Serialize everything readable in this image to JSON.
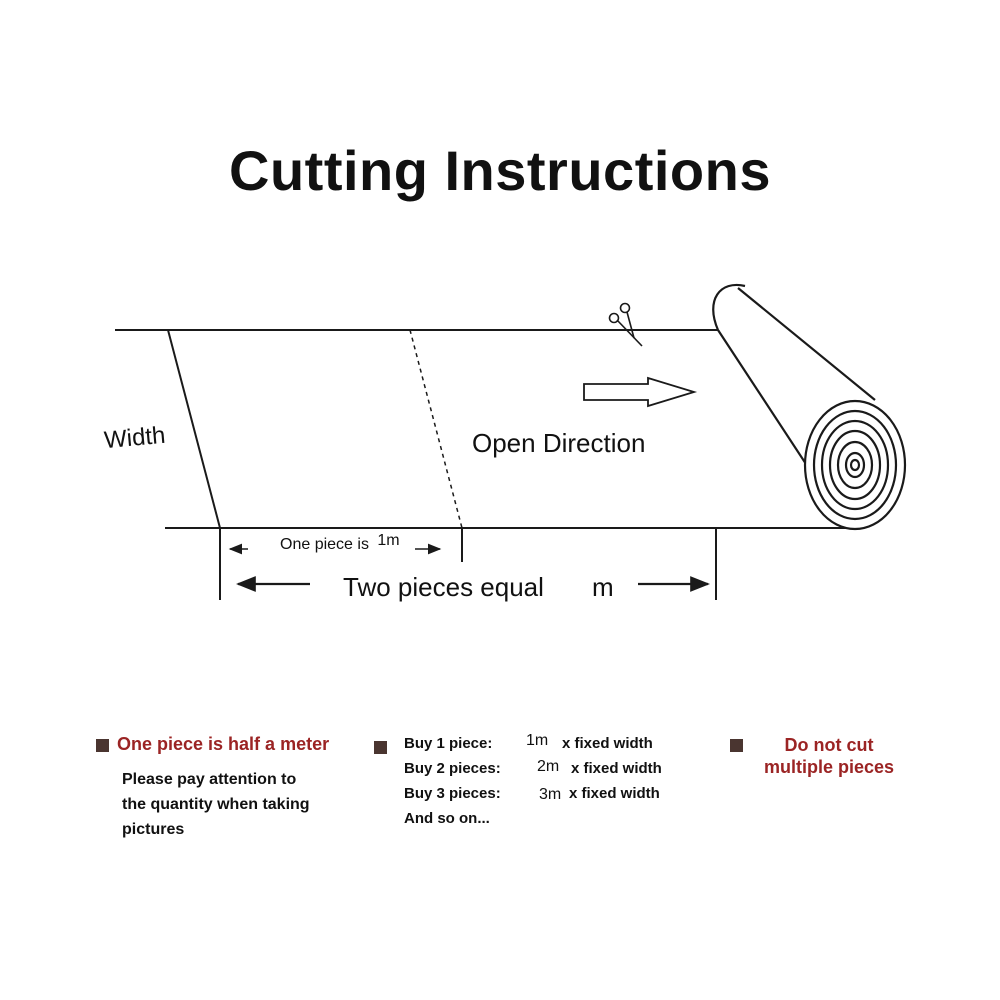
{
  "title": "Cutting Instructions",
  "diagram": {
    "width_label": "Width",
    "open_direction_label": "Open Direction",
    "one_piece_label": "One piece is",
    "one_piece_value": "1m",
    "two_pieces_label": "Two pieces equal",
    "two_pieces_unit": "m",
    "icons": [
      "scissors-icon",
      "arrow-right-icon",
      "roll-icon"
    ]
  },
  "notes": {
    "left": {
      "heading": "One piece is half a meter",
      "lines": [
        "Please pay attention to",
        "the quantity when taking",
        "pictures"
      ]
    },
    "middle": {
      "rows": [
        {
          "label": "Buy 1 piece:",
          "qty": "1m",
          "suffix": "x fixed width"
        },
        {
          "label": "Buy 2 pieces:",
          "qty": "2m",
          "suffix": "x fixed width"
        },
        {
          "label": "Buy 3 pieces:",
          "qty": "3m",
          "suffix": "x fixed width"
        }
      ],
      "footer": "And so on..."
    },
    "right": {
      "heading_lines": [
        "Do not cut",
        "multiple pieces"
      ]
    }
  },
  "colors": {
    "accent_red": "#9b2424",
    "bullet_brown": "#4a3530",
    "line": "#1a1a1a"
  }
}
